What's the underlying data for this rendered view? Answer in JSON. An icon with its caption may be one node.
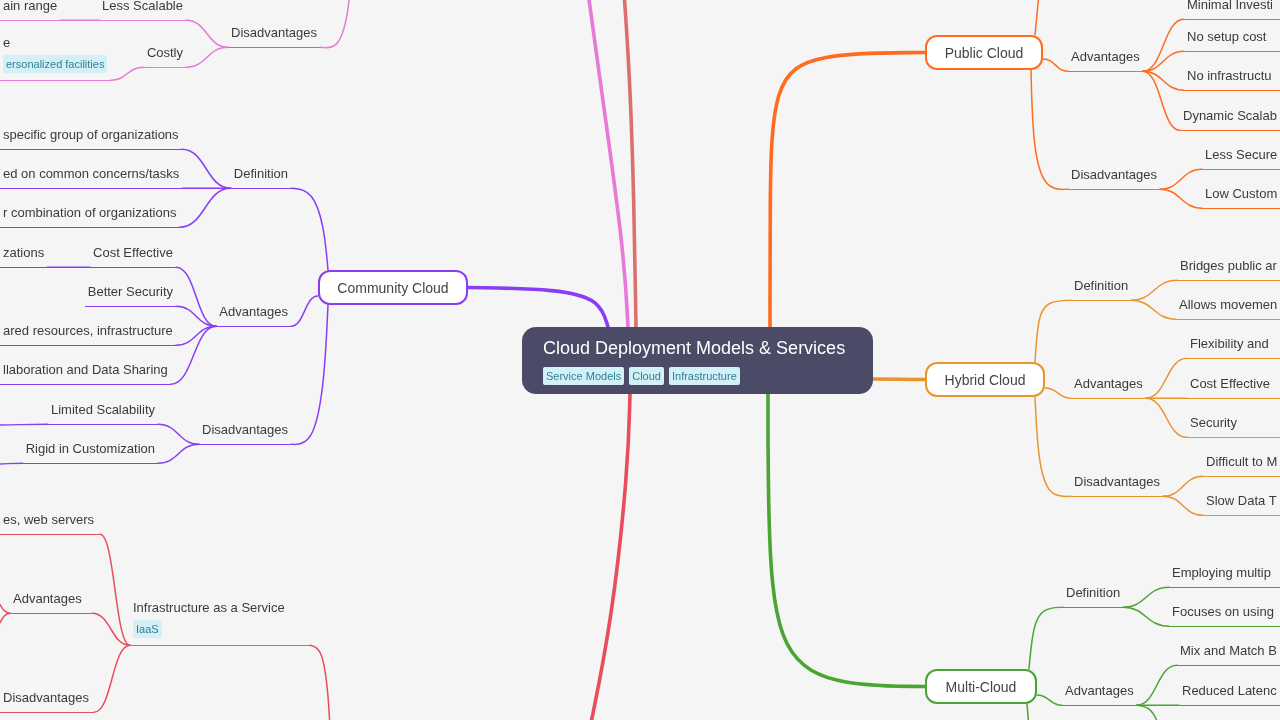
{
  "diagram": {
    "nodes": [
      {
        "text": [
          "Cloud Deployment Models & Services",
          "Service Models",
          "Cloud",
          "Infrastructure"
        ]
      },
      {
        "text": [
          "Public Cloud"
        ]
      },
      {
        "text": [
          "Advantages"
        ]
      },
      {
        "text": [
          "Minimal Investi"
        ]
      },
      {
        "text": [
          "No setup cost"
        ]
      },
      {
        "text": [
          "No infrastructu"
        ]
      },
      {
        "text": [
          "Dynamic Scalab"
        ]
      },
      {
        "text": [
          "Disadvantages"
        ]
      },
      {
        "text": [
          "Less Secure"
        ]
      },
      {
        "text": [
          "Low Custom"
        ]
      },
      {
        "text": [
          "Hybrid Cloud"
        ]
      },
      {
        "text": [
          "Definition"
        ]
      },
      {
        "text": [
          "Bridges public ar"
        ]
      },
      {
        "text": [
          "Allows movemen"
        ]
      },
      {
        "text": [
          "Advantages"
        ]
      },
      {
        "text": [
          "Flexibility and"
        ]
      },
      {
        "text": [
          "Cost Effective"
        ]
      },
      {
        "text": [
          "Security"
        ]
      },
      {
        "text": [
          "Disadvantages"
        ]
      },
      {
        "text": [
          "Difficult to M"
        ]
      },
      {
        "text": [
          "Slow Data T"
        ]
      },
      {
        "text": [
          "Multi-Cloud"
        ]
      },
      {
        "text": [
          "Definition"
        ]
      },
      {
        "text": [
          "Employing multip"
        ]
      },
      {
        "text": [
          "Focuses on using"
        ]
      },
      {
        "text": [
          "Advantages"
        ]
      },
      {
        "text": [
          "Mix and Match B"
        ]
      },
      {
        "text": [
          "Reduced Latenc"
        ]
      },
      {
        "text": [
          "Community Cloud"
        ]
      },
      {
        "text": [
          "Definition"
        ]
      },
      {
        "text": [
          "specific group of organizations"
        ]
      },
      {
        "text": [
          "ed on common concerns/tasks"
        ]
      },
      {
        "text": [
          "r combination of organizations"
        ]
      },
      {
        "text": [
          "Advantages"
        ]
      },
      {
        "text": [
          "Cost Effective"
        ]
      },
      {
        "text": [
          "zations"
        ]
      },
      {
        "text": [
          "Better Security"
        ]
      },
      {
        "text": [
          "ared resources, infrastructure"
        ]
      },
      {
        "text": [
          "llaboration and Data Sharing"
        ]
      },
      {
        "text": [
          "Disadvantages"
        ]
      },
      {
        "text": [
          "Limited Scalability"
        ]
      },
      {
        "text": [
          "Rigid in Customization"
        ]
      },
      {
        "text": [
          "Disadvantages"
        ]
      },
      {
        "text": [
          "Less Scalable"
        ]
      },
      {
        "text": [
          "ain range"
        ]
      },
      {
        "text": [
          "Costly"
        ]
      },
      {
        "text": [
          "e",
          "ersonalized facilities"
        ]
      },
      {
        "text": [
          "Infrastructure as a Service",
          "IaaS"
        ]
      },
      {
        "text": [
          "es, web servers"
        ]
      },
      {
        "text": [
          "Advantages"
        ]
      },
      {
        "text": [
          "Disadvantages"
        ]
      }
    ],
    "edges": [
      {
        "from": 0,
        "to": 1,
        "arrow": "none",
        "style": "thick",
        "color": "#ff6b1f"
      },
      {
        "from": 0,
        "to": 10,
        "arrow": "none",
        "style": "thick",
        "color": "#e9952e"
      },
      {
        "from": 0,
        "to": 21,
        "arrow": "none",
        "style": "thick",
        "color": "#4aa532"
      },
      {
        "from": 0,
        "to": 28,
        "arrow": "none",
        "style": "thick",
        "color": "#8a3ef4"
      },
      {
        "from": 0,
        "to": null,
        "arrow": "none",
        "style": "thick",
        "color": "#e67ad6"
      },
      {
        "from": 0,
        "to": null,
        "arrow": "none",
        "style": "thick",
        "color": "#dc6f6c"
      },
      {
        "from": 0,
        "to": null,
        "arrow": "none",
        "style": "thick",
        "color": "#e84d5c"
      },
      {
        "from": 1,
        "to": null,
        "arrow": "none",
        "color": "#ff6b1f"
      },
      {
        "from": 1,
        "to": 2,
        "arrow": "none",
        "color": "#ff6b1f"
      },
      {
        "from": 2,
        "to": 3,
        "arrow": "none",
        "color": "#ff6b1f"
      },
      {
        "from": 2,
        "to": 4,
        "arrow": "none",
        "color": "#ff6b1f"
      },
      {
        "from": 2,
        "to": 5,
        "arrow": "none",
        "color": "#ff6b1f"
      },
      {
        "from": 2,
        "to": 6,
        "arrow": "none",
        "color": "#ff6b1f"
      },
      {
        "from": 1,
        "to": 7,
        "arrow": "none",
        "color": "#ff6b1f"
      },
      {
        "from": 7,
        "to": 8,
        "arrow": "none",
        "color": "#ff6b1f"
      },
      {
        "from": 7,
        "to": 9,
        "arrow": "none",
        "color": "#ff6b1f"
      },
      {
        "from": 10,
        "to": 11,
        "arrow": "none",
        "color": "#e9952e"
      },
      {
        "from": 11,
        "to": 12,
        "arrow": "none",
        "color": "#e9952e"
      },
      {
        "from": 11,
        "to": 13,
        "arrow": "none",
        "color": "#e9952e"
      },
      {
        "from": 10,
        "to": 14,
        "arrow": "none",
        "color": "#e9952e"
      },
      {
        "from": 14,
        "to": 15,
        "arrow": "none",
        "color": "#e9952e"
      },
      {
        "from": 14,
        "to": 16,
        "arrow": "none",
        "color": "#e9952e"
      },
      {
        "from": 14,
        "to": 17,
        "arrow": "none",
        "color": "#e9952e"
      },
      {
        "from": 10,
        "to": 18,
        "arrow": "none",
        "color": "#e9952e"
      },
      {
        "from": 18,
        "to": 19,
        "arrow": "none",
        "color": "#e9952e"
      },
      {
        "from": 18,
        "to": 20,
        "arrow": "none",
        "color": "#e9952e"
      },
      {
        "from": 21,
        "to": 22,
        "arrow": "none",
        "color": "#4aa532"
      },
      {
        "from": 22,
        "to": 23,
        "arrow": "none",
        "color": "#4aa532"
      },
      {
        "from": 22,
        "to": 24,
        "arrow": "none",
        "color": "#4aa532"
      },
      {
        "from": 21,
        "to": 25,
        "arrow": "none",
        "color": "#4aa532"
      },
      {
        "from": 25,
        "to": 26,
        "arrow": "none",
        "color": "#4aa532"
      },
      {
        "from": 25,
        "to": 27,
        "arrow": "none",
        "color": "#4aa532"
      },
      {
        "from": 25,
        "to": null,
        "arrow": "none",
        "color": "#4aa532"
      },
      {
        "from": 21,
        "to": null,
        "arrow": "none",
        "color": "#4aa532"
      },
      {
        "from": 28,
        "to": 29,
        "arrow": "none",
        "color": "#8a3ef4"
      },
      {
        "from": 29,
        "to": 30,
        "arrow": "none",
        "color": "#8a3ef4"
      },
      {
        "from": 29,
        "to": 31,
        "arrow": "none",
        "color": "#8a3ef4"
      },
      {
        "from": 29,
        "to": 32,
        "arrow": "none",
        "color": "#8a3ef4"
      },
      {
        "from": 28,
        "to": 33,
        "arrow": "none",
        "color": "#8a3ef4"
      },
      {
        "from": 33,
        "to": 34,
        "arrow": "none",
        "color": "#8a3ef4"
      },
      {
        "from": 34,
        "to": 35,
        "arrow": "none",
        "color": "#8a3ef4"
      },
      {
        "from": 33,
        "to": 36,
        "arrow": "none",
        "color": "#8a3ef4"
      },
      {
        "from": 33,
        "to": 37,
        "arrow": "none",
        "color": "#8a3ef4"
      },
      {
        "from": 33,
        "to": 38,
        "arrow": "none",
        "color": "#8a3ef4"
      },
      {
        "from": 28,
        "to": 39,
        "arrow": "none",
        "color": "#8a3ef4"
      },
      {
        "from": 39,
        "to": 40,
        "arrow": "none",
        "color": "#8a3ef4"
      },
      {
        "from": 39,
        "to": 41,
        "arrow": "none",
        "color": "#8a3ef4"
      },
      {
        "from": 40,
        "to": null,
        "arrow": "none",
        "color": "#8a3ef4"
      },
      {
        "from": 41,
        "to": null,
        "arrow": "none",
        "color": "#8a3ef4"
      },
      {
        "from": 42,
        "to": null,
        "arrow": "none",
        "color": "#e67ad6"
      },
      {
        "from": 42,
        "to": 43,
        "arrow": "none",
        "color": "#e67ad6"
      },
      {
        "from": 43,
        "to": 44,
        "arrow": "none",
        "color": "#e67ad6"
      },
      {
        "from": 42,
        "to": 45,
        "arrow": "none",
        "color": "#e67ad6"
      },
      {
        "from": 45,
        "to": 46,
        "arrow": "none",
        "color": "#e67ad6"
      },
      {
        "from": 47,
        "to": null,
        "arrow": "none",
        "color": "#e84d5c"
      },
      {
        "from": 47,
        "to": 48,
        "arrow": "none",
        "color": "#e84d5c"
      },
      {
        "from": 47,
        "to": 49,
        "arrow": "none",
        "color": "#e84d5c"
      },
      {
        "from": 47,
        "to": 50,
        "arrow": "none",
        "color": "#e84d5c"
      },
      {
        "from": 49,
        "to": null,
        "arrow": "none",
        "color": "#e84d5c"
      },
      {
        "from": 49,
        "to": null,
        "arrow": "none",
        "color": "#e84d5c"
      }
    ]
  }
}
